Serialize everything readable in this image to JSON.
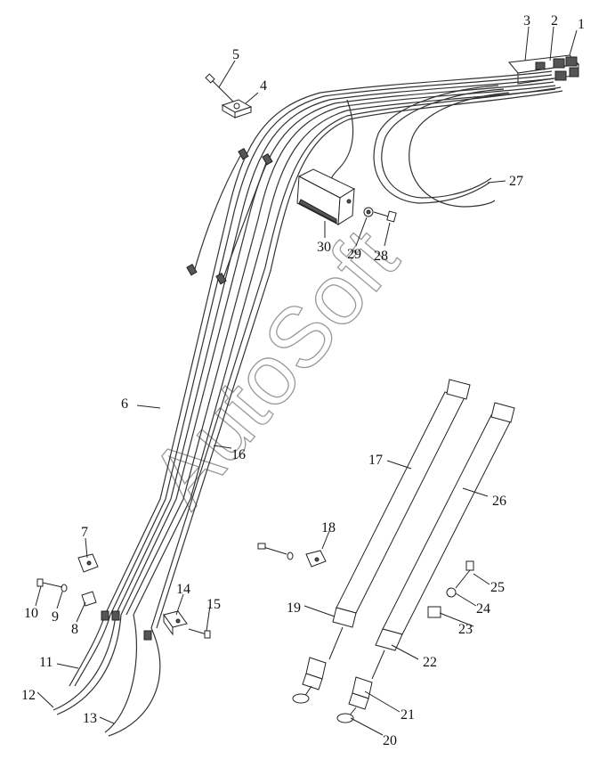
{
  "watermark": "AutoSoft",
  "callouts": [
    "1",
    "2",
    "3",
    "4",
    "5",
    "6",
    "7",
    "8",
    "9",
    "10",
    "11",
    "12",
    "13",
    "14",
    "15",
    "16",
    "17",
    "18",
    "19",
    "20",
    "21",
    "22",
    "23",
    "24",
    "25",
    "26",
    "27",
    "28",
    "29",
    "30"
  ],
  "parts": [
    "hose-assembly-bundle",
    "clamp",
    "bolt",
    "washer",
    "tube",
    "long-hose",
    "fitting",
    "cap",
    "block-bracket"
  ]
}
